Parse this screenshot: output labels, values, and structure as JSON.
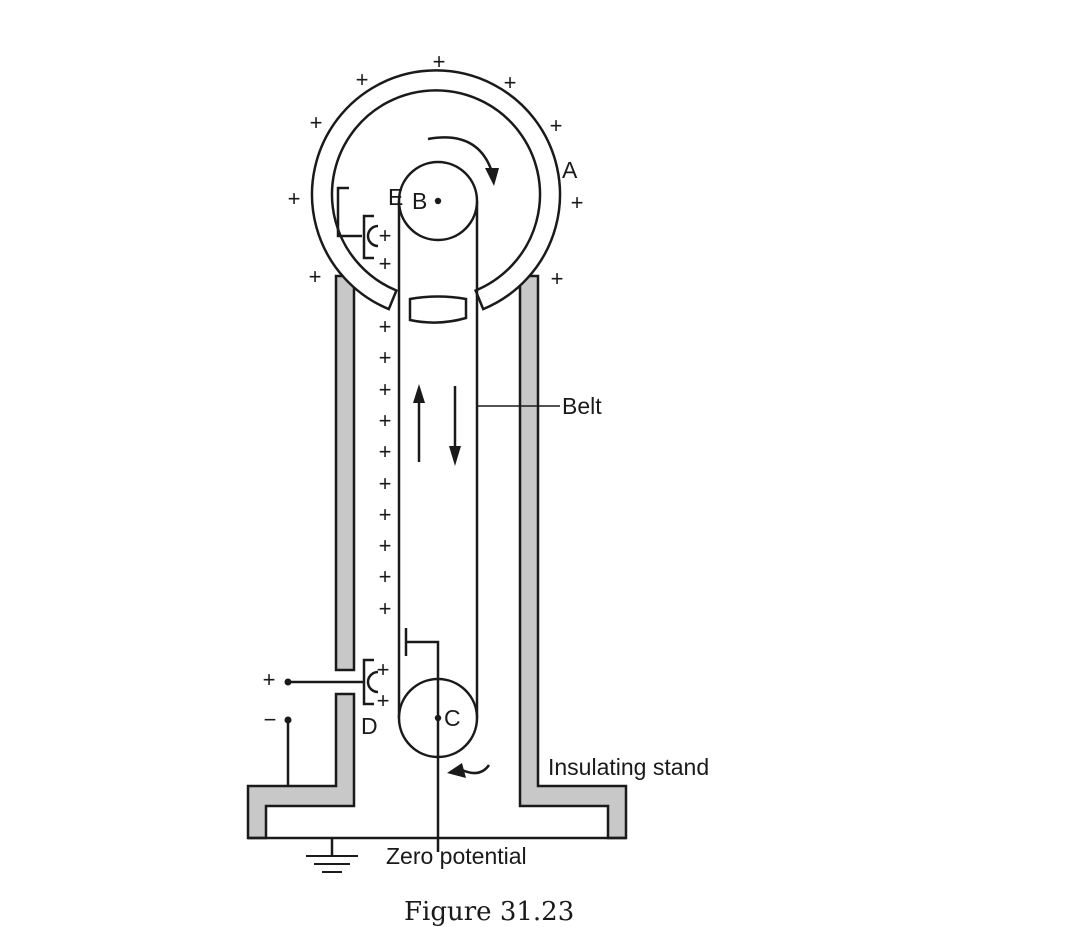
{
  "labels": {
    "dome": "A",
    "upper_roller": "B",
    "lower_roller": "C",
    "lower_comb": "D",
    "upper_comb": "E",
    "belt": "Belt",
    "stand": "Insulating stand",
    "ground": "Zero potential",
    "supply_positive": "+",
    "supply_negative": "−"
  },
  "caption": "Figure 31.23",
  "charge_symbol": "+",
  "colors": {
    "ink": "#1a1a1a",
    "stand_fill": "#c8c8c8"
  }
}
